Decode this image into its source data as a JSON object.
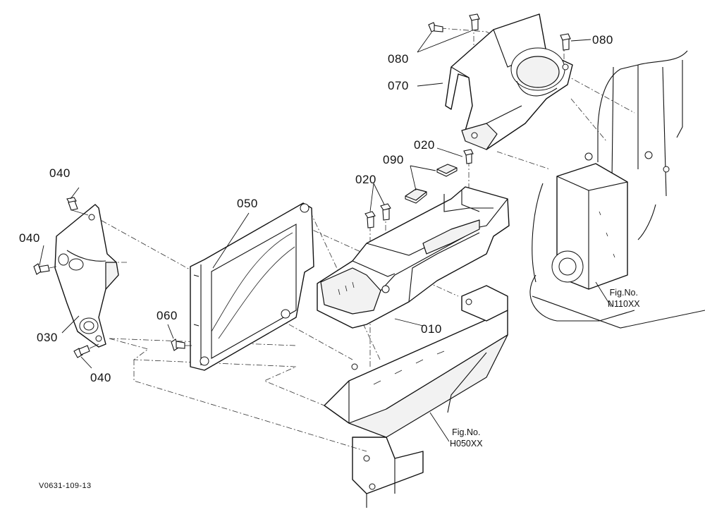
{
  "parts": {
    "p010": "010",
    "p020a": "020",
    "p020b": "020",
    "p030": "030",
    "p040a": "040",
    "p040b": "040",
    "p040c": "040",
    "p050": "050",
    "p060": "060",
    "p070": "070",
    "p080a": "080",
    "p080b": "080",
    "p090": "090"
  },
  "refs": {
    "n110": {
      "label": "Fig.No.",
      "code": "N110XX"
    },
    "h050": {
      "label": "Fig.No.",
      "code": "H050XX"
    }
  },
  "drawing_code": "V0631-109-13"
}
